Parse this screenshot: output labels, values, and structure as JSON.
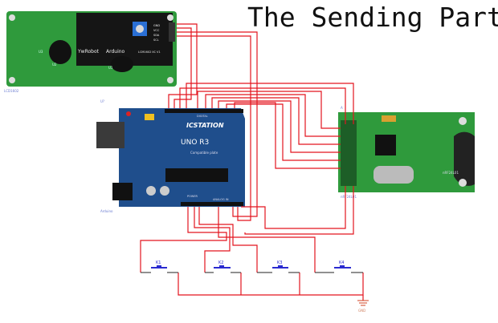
{
  "title": "The Sending Part",
  "lcd": {
    "ref": "LCD1602",
    "brand": "YwRobot",
    "text": "Arduino",
    "model": "LCM1602 IIC V1",
    "pins": [
      "GND",
      "VCC",
      "SDA",
      "SCL"
    ],
    "parts": [
      "U2",
      "U1",
      "U3"
    ]
  },
  "arduino": {
    "ref": "U?",
    "name": "Arduino",
    "brand": "ICSTATION",
    "model": "UNO R3",
    "sub": "Compatible plate",
    "digital": "DIGITAL",
    "analog": "ANALOG IN",
    "power": "POWER"
  },
  "radio": {
    "ref": "A",
    "name": "nRF24L01",
    "silk": "nRF24L01"
  },
  "buttons": [
    "K1",
    "K2",
    "K3",
    "K4"
  ],
  "ground": "GND",
  "colors": {
    "wire": "#e3141e",
    "pcb_green": "#2f9a3c",
    "pcb_blue": "#1f4e8c",
    "button": "#2a2ad0"
  }
}
